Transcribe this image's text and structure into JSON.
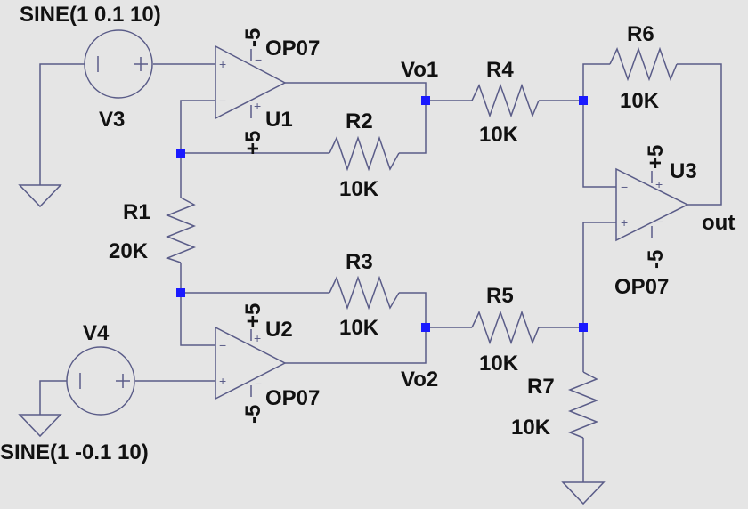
{
  "sources": {
    "v3": {
      "name": "V3",
      "value": "SINE(1 0.1 10)"
    },
    "v4": {
      "name": "V4",
      "value": "SINE(1 -0.1 10)"
    }
  },
  "opamps": {
    "u1": {
      "name": "U1",
      "model": "OP07",
      "vneg": "-5",
      "vpos": "+5"
    },
    "u2": {
      "name": "U2",
      "model": "OP07",
      "vneg": "-5",
      "vpos": "+5"
    },
    "u3": {
      "name": "U3",
      "model": "OP07",
      "vneg": "-5",
      "vpos": "+5"
    }
  },
  "resistors": {
    "r1": {
      "name": "R1",
      "value": "20K"
    },
    "r2": {
      "name": "R2",
      "value": "10K"
    },
    "r3": {
      "name": "R3",
      "value": "10K"
    },
    "r4": {
      "name": "R4",
      "value": "10K"
    },
    "r5": {
      "name": "R5",
      "value": "10K"
    },
    "r6": {
      "name": "R6",
      "value": "10K"
    },
    "r7": {
      "name": "R7",
      "value": "10K"
    }
  },
  "nets": {
    "vo1": "Vo1",
    "vo2": "Vo2",
    "out": "out"
  },
  "pin_signs": {
    "plus": "+",
    "minus": "−"
  }
}
